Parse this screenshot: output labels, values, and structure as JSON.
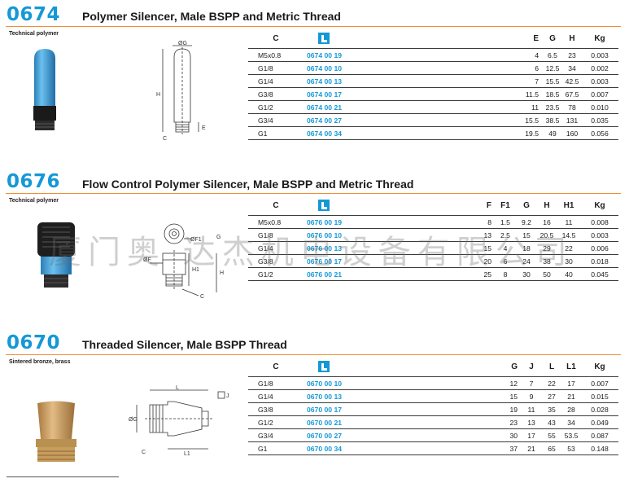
{
  "sections": [
    {
      "code": "0674",
      "title": "Polymer Silencer, Male BSPP and Metric Thread",
      "material": "Technical polymer",
      "columns": [
        "C",
        "",
        "E",
        "G",
        "H",
        "Kg"
      ],
      "drawing_labels": [
        "ØG",
        "H",
        "E",
        "C"
      ],
      "rows": [
        [
          "M5x0.8",
          "0674 00 19",
          "4",
          "6.5",
          "23",
          "0.003"
        ],
        [
          "G1/8",
          "0674 00 10",
          "6",
          "12.5",
          "34",
          "0.002"
        ],
        [
          "G1/4",
          "0674 00 13",
          "7",
          "15.5",
          "42.5",
          "0.003"
        ],
        [
          "G3/8",
          "0674 00 17",
          "11.5",
          "18.5",
          "67.5",
          "0.007"
        ],
        [
          "G1/2",
          "0674 00 21",
          "11",
          "23.5",
          "78",
          "0.010"
        ],
        [
          "G3/4",
          "0674 00 27",
          "15.5",
          "38.5",
          "131",
          "0.035"
        ],
        [
          "G1",
          "0674 00 34",
          "19.5",
          "49",
          "160",
          "0.056"
        ]
      ]
    },
    {
      "code": "0676",
      "title": "Flow Control Polymer Silencer, Male BSPP and Metric Thread",
      "material": "Technical polymer",
      "columns": [
        "C",
        "",
        "F",
        "F1",
        "G",
        "H",
        "H1",
        "Kg"
      ],
      "drawing_labels": [
        "ØF1",
        "ØF",
        "G",
        "H1",
        "H",
        "C"
      ],
      "rows": [
        [
          "M5x0.8",
          "0676 00 19",
          "8",
          "1.5",
          "9.2",
          "16",
          "11",
          "0.008"
        ],
        [
          "G1/8",
          "0676 00 10",
          "13",
          "2.5",
          "15",
          "20.5",
          "14.5",
          "0.003"
        ],
        [
          "G1/4",
          "0676 00 13",
          "15",
          "4",
          "18",
          "29",
          "22",
          "0.006"
        ],
        [
          "G3/8",
          "0676 00 17",
          "20",
          "6",
          "24",
          "38",
          "30",
          "0.018"
        ],
        [
          "G1/2",
          "0676 00 21",
          "25",
          "8",
          "30",
          "50",
          "40",
          "0.045"
        ]
      ]
    },
    {
      "code": "0670",
      "title": "Threaded Silencer, Male BSPP Thread",
      "material": "Sintered bronze, brass",
      "columns": [
        "C",
        "",
        "G",
        "J",
        "L",
        "L1",
        "Kg"
      ],
      "drawing_labels": [
        "L",
        "J",
        "ØG",
        "C",
        "L1"
      ],
      "rows": [
        [
          "G1/8",
          "0670 00 10",
          "12",
          "7",
          "22",
          "17",
          "0.007"
        ],
        [
          "G1/4",
          "0670 00 13",
          "15",
          "9",
          "27",
          "21",
          "0.015"
        ],
        [
          "G3/8",
          "0670 00 17",
          "19",
          "11",
          "35",
          "28",
          "0.028"
        ],
        [
          "G1/2",
          "0670 00 21",
          "23",
          "13",
          "43",
          "34",
          "0.049"
        ],
        [
          "G3/4",
          "0670 00 27",
          "30",
          "17",
          "55",
          "53.5",
          "0.087"
        ],
        [
          "G1",
          "0670 00 34",
          "37",
          "21",
          "65",
          "53",
          "0.148"
        ]
      ]
    }
  ],
  "watermark": "厦门奥 达杰机电设备有限公司",
  "ref_column_icon": "catalog-reference-icon",
  "colors": {
    "accent": "#1598d6",
    "rule": "#ef8f36",
    "polymer_body": "#4aa7dc",
    "bronze": "#c89a5a"
  }
}
